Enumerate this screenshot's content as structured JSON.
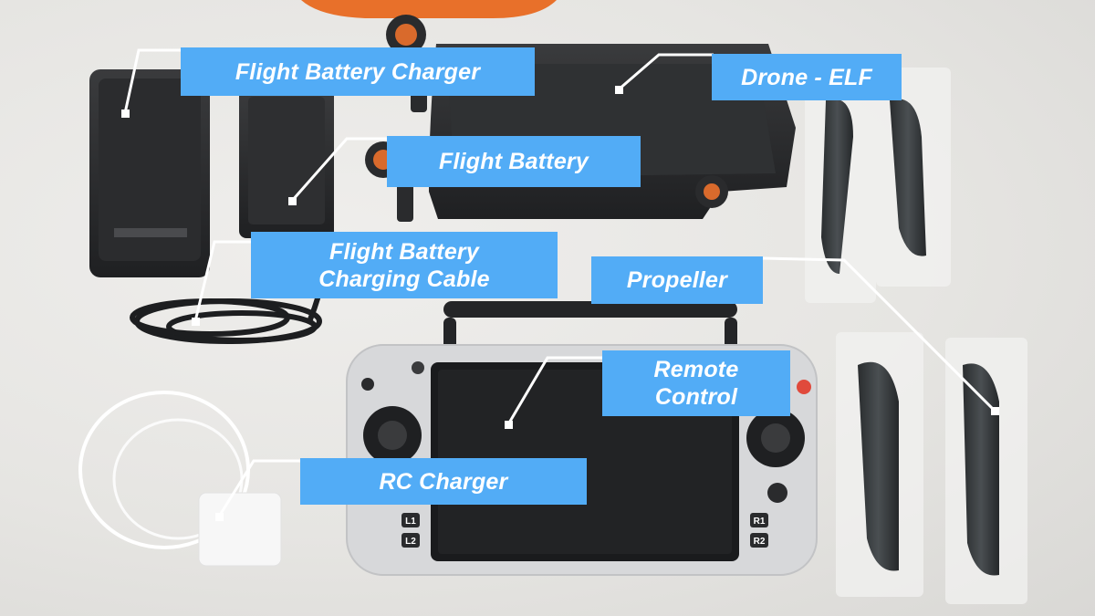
{
  "labels": {
    "flight_battery_charger": "Flight Battery Charger",
    "drone_elf": "Drone - ELF",
    "flight_battery": "Flight Battery",
    "charging_cable_line1": "Flight Battery",
    "charging_cable_line2": "Charging Cable",
    "propeller": "Propeller",
    "remote_control_line1": "Remote",
    "remote_control_line2": "Control",
    "rc_charger": "RC Charger"
  },
  "controller_buttons": {
    "l1": "L1",
    "l2": "L2",
    "r1": "R1",
    "r2": "R2"
  },
  "colors": {
    "label_background": "#52acf6",
    "label_text": "#ffffff",
    "leader_line": "#ffffff",
    "background": "#e8e7e4"
  }
}
